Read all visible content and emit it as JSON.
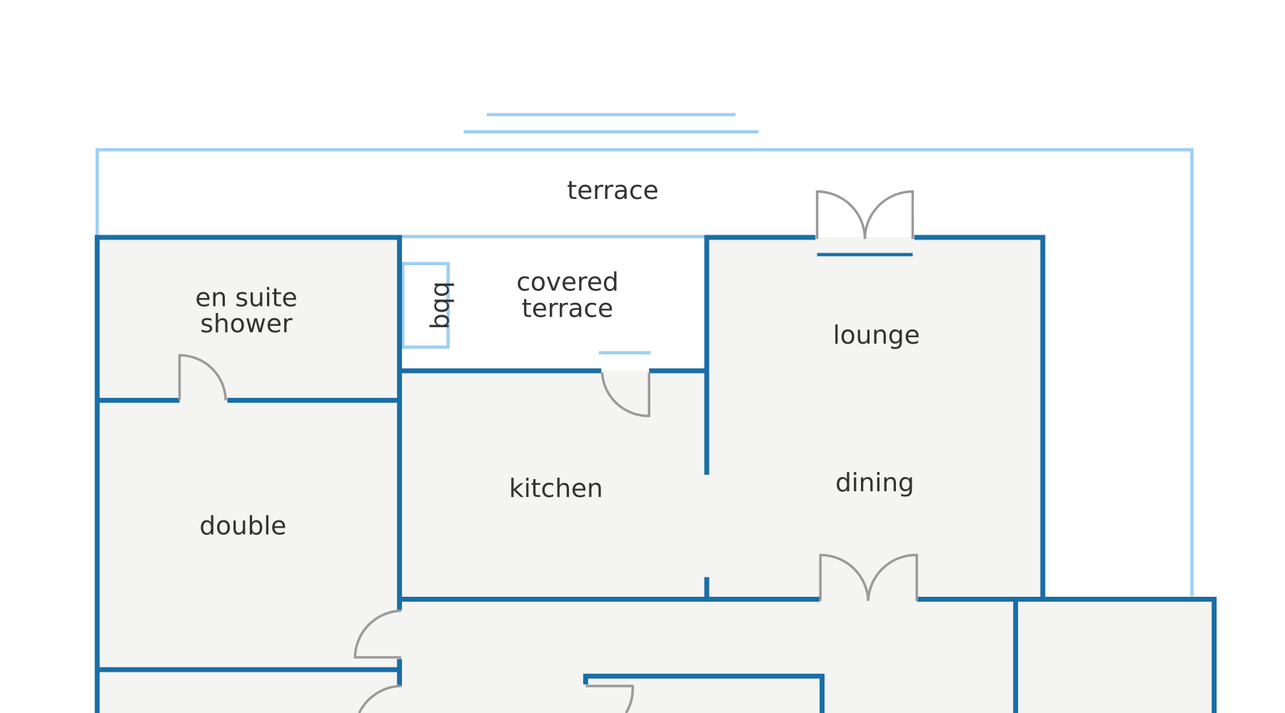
{
  "rooms": {
    "terrace": "terrace",
    "covered_terrace_1": "covered",
    "covered_terrace_2": "terrace",
    "bbq": "bbq",
    "en_suite_1": "en suite",
    "en_suite_2": "shower",
    "lounge": "lounge",
    "kitchen": "kitchen",
    "dining": "dining",
    "double": "double"
  },
  "colors": {
    "wall": "#1a6ea6",
    "outdoor": "#9dd0f2",
    "floor": "#f4f4f2",
    "door": "#9a9a9a"
  }
}
